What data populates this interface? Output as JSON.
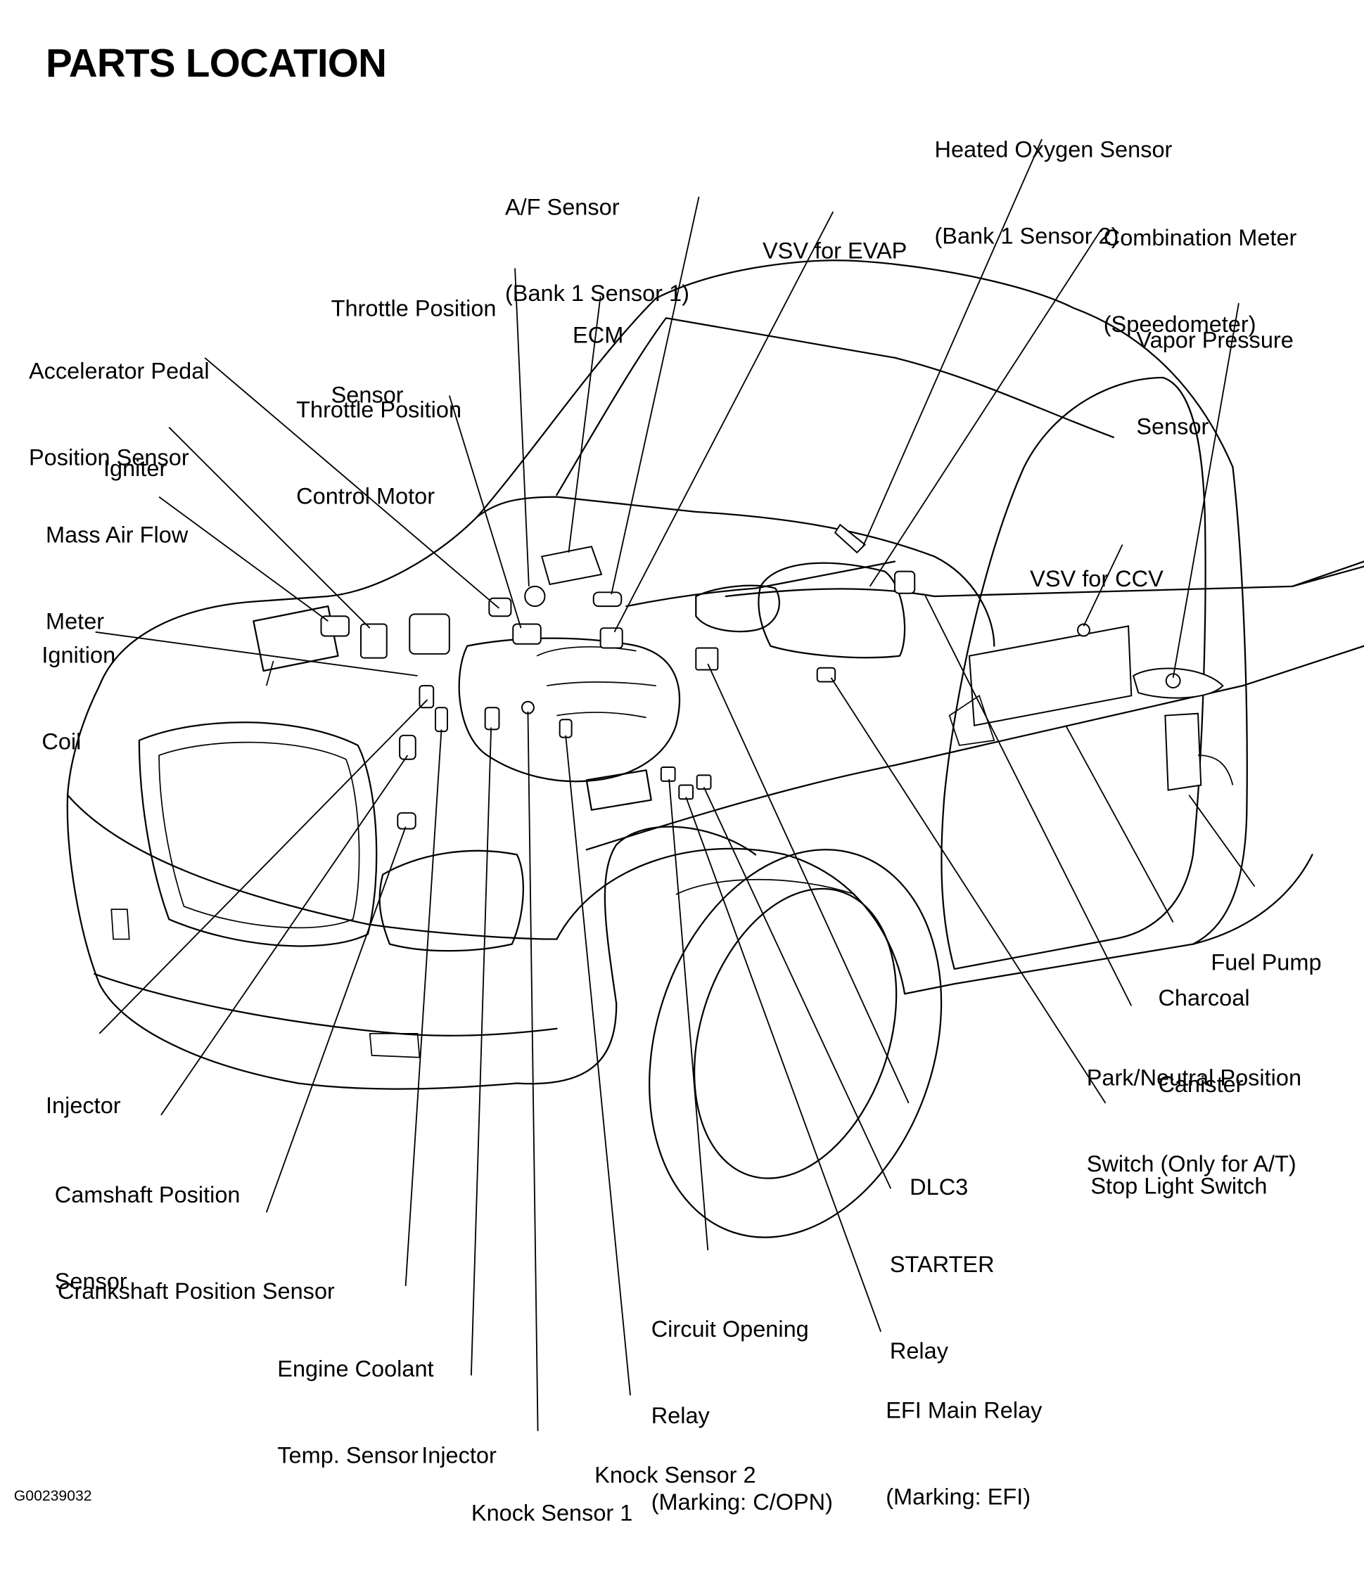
{
  "diagram": {
    "title": "PARTS LOCATION",
    "figure_id": "G00239032",
    "vehicle": "pickup truck (engine compartment, cab and chassis, phantom view)",
    "line_color": "#000000",
    "background_color": "#ffffff",
    "callouts": [
      {
        "id": "heated-oxygen-sensor",
        "lines": [
          "Heated Oxygen Sensor",
          "(Bank 1 Sensor 2)"
        ]
      },
      {
        "id": "af-sensor",
        "lines": [
          "A/F Sensor",
          "(Bank 1 Sensor 1)"
        ]
      },
      {
        "id": "vsv-for-evap",
        "lines": [
          "VSV for EVAP"
        ]
      },
      {
        "id": "combination-meter",
        "lines": [
          "Combination Meter",
          "(Speedometer)"
        ]
      },
      {
        "id": "throttle-position-sensor",
        "lines": [
          "Throttle Position",
          "Sensor"
        ]
      },
      {
        "id": "ecm",
        "lines": [
          "ECM"
        ]
      },
      {
        "id": "vapor-pressure-sensor",
        "lines": [
          "Vapor Pressure",
          "Sensor"
        ]
      },
      {
        "id": "accelerator-pedal-position-sensor",
        "lines": [
          "Accelerator Pedal",
          "Position Sensor"
        ]
      },
      {
        "id": "throttle-position-control-motor",
        "lines": [
          "Throttle Position",
          "Control Motor"
        ]
      },
      {
        "id": "igniter",
        "lines": [
          "Igniter"
        ]
      },
      {
        "id": "mass-air-flow-meter",
        "lines": [
          "Mass Air Flow",
          "Meter"
        ]
      },
      {
        "id": "vsv-for-ccv",
        "lines": [
          "VSV for CCV"
        ]
      },
      {
        "id": "ignition-coil",
        "lines": [
          "Ignition",
          "Coil"
        ]
      },
      {
        "id": "fuel-pump",
        "lines": [
          "Fuel Pump"
        ]
      },
      {
        "id": "charcoal-canister",
        "lines": [
          "Charcoal",
          "Canister"
        ]
      },
      {
        "id": "park-neutral-position-switch",
        "lines": [
          "Park/Neutral Position",
          "Switch (Only for A/T)"
        ]
      },
      {
        "id": "injector-left",
        "lines": [
          "Injector"
        ]
      },
      {
        "id": "camshaft-position-sensor",
        "lines": [
          "Camshaft Position",
          "Sensor"
        ]
      },
      {
        "id": "dlc3",
        "lines": [
          "DLC3"
        ]
      },
      {
        "id": "stop-light-switch",
        "lines": [
          "Stop Light Switch"
        ]
      },
      {
        "id": "starter-relay",
        "lines": [
          "STARTER",
          "Relay"
        ]
      },
      {
        "id": "crankshaft-position-sensor",
        "lines": [
          "Crankshaft Position Sensor"
        ]
      },
      {
        "id": "circuit-opening-relay",
        "lines": [
          "Circuit Opening",
          "Relay",
          "(Marking: C/OPN)"
        ]
      },
      {
        "id": "engine-coolant-temp-sensor",
        "lines": [
          "Engine Coolant",
          "Temp. Sensor"
        ]
      },
      {
        "id": "efi-main-relay",
        "lines": [
          "EFI Main Relay",
          "(Marking: EFI)"
        ]
      },
      {
        "id": "injector-bottom",
        "lines": [
          "Injector"
        ]
      },
      {
        "id": "knock-sensor-2",
        "lines": [
          "Knock Sensor 2"
        ]
      },
      {
        "id": "knock-sensor-1",
        "lines": [
          "Knock Sensor 1"
        ]
      }
    ]
  }
}
